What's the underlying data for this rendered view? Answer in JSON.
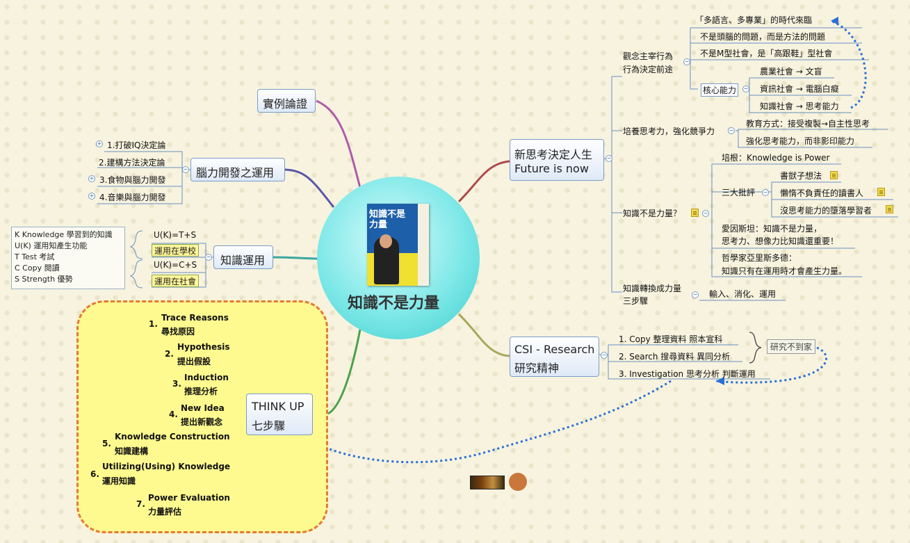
{
  "center": {
    "title": "知識不是力量",
    "book_title": "知識不是力量"
  },
  "left": {
    "examples": "實例論證",
    "brain": {
      "label": "腦力開發之運用",
      "items": [
        "1.打破IQ決定論",
        "2.建構方法決定論",
        "3.食物與腦力開發",
        "4.音樂與腦力開發"
      ]
    },
    "knowledge_use": {
      "label": "知識運用",
      "formula1": "U(K)=T+S",
      "school": "運用在學校",
      "formula2": "U(K)=C+S",
      "society": "運用在社會",
      "legend": [
        "K Knowledge 學習到的知識",
        "U(K) 運用知產生功能",
        "T Test 考試",
        "C Copy 閱讀",
        "S Strength 優勢"
      ]
    },
    "think_up": {
      "label1": "THINK  UP",
      "label2": "七步驟",
      "steps": [
        {
          "num": "1.",
          "en": "Trace  Reasons",
          "zh": "尋找原因"
        },
        {
          "num": "2.",
          "en": "Hypothesis",
          "zh": "提出假設"
        },
        {
          "num": "3.",
          "en": "Induction",
          "zh": "推理分析"
        },
        {
          "num": "4.",
          "en": "New  Idea",
          "zh": "提出新觀念"
        },
        {
          "num": "5.",
          "en": "Knowledge  Construction",
          "zh": "知識建構"
        },
        {
          "num": "6.",
          "en": "Utilizing(Using)  Knowledge",
          "zh": "運用知識"
        },
        {
          "num": "7.",
          "en": "Power  Evaluation",
          "zh": "力量評估"
        }
      ]
    }
  },
  "right": {
    "new_thinking": {
      "label1": "新思考決定人生",
      "label2": "Future is now",
      "concept": {
        "label1": "觀念主宰行為",
        "label2": "行為決定前途",
        "items": [
          "「多語言、多專業」的時代來臨",
          "不是頭腦的問題，而是方法的問題",
          "不是M型社會，是「高跟鞋」型社會"
        ],
        "core": {
          "label": "核心能力",
          "items": [
            "農業社會 → 文盲",
            "資訊社會 → 電腦白癡",
            "知識社會 → 思考能力"
          ]
        }
      },
      "cultivate": {
        "label": "培養思考力，強化競爭力",
        "items": [
          "教育方式：接受複製→自主性思考",
          "強化思考能力，而非影印能力"
        ]
      },
      "not_power": {
        "label": "知識不是力量？",
        "root": "培根：Knowledge is Power",
        "critique_label": "三大批評",
        "critiques": [
          "書獃子想法",
          "懶惰不負責任的讀書人",
          "沒思考能力的墮落學習者"
        ],
        "einstein1": "愛因斯坦：知識不是力量，",
        "einstein2": "思考力、想像力比知識還重要！",
        "aristotle1": "哲學家亞里斯多德：",
        "aristotle2": "知識只有在運用時才會產生力量。"
      },
      "transform": {
        "label1": "知識轉換成力量",
        "label2": "三步驟",
        "item": "輸入、消化、運用"
      }
    },
    "csi": {
      "label1": "CSI - Research",
      "label2": "研究精神",
      "items": [
        "1. Copy 整理資料 照本宣科",
        "2. Search 搜尋資料 異同分析",
        "3. Investigation 思考分析 判斷運用"
      ],
      "callout": "研究不到家"
    }
  },
  "colors": {
    "background": "#f7f3df",
    "node_border": "#7a9cc6",
    "center": "#5fdcdc",
    "cloud_fill": "#fffa8f",
    "cloud_border": "#e2793c",
    "arrow": "#2a6fd6"
  }
}
